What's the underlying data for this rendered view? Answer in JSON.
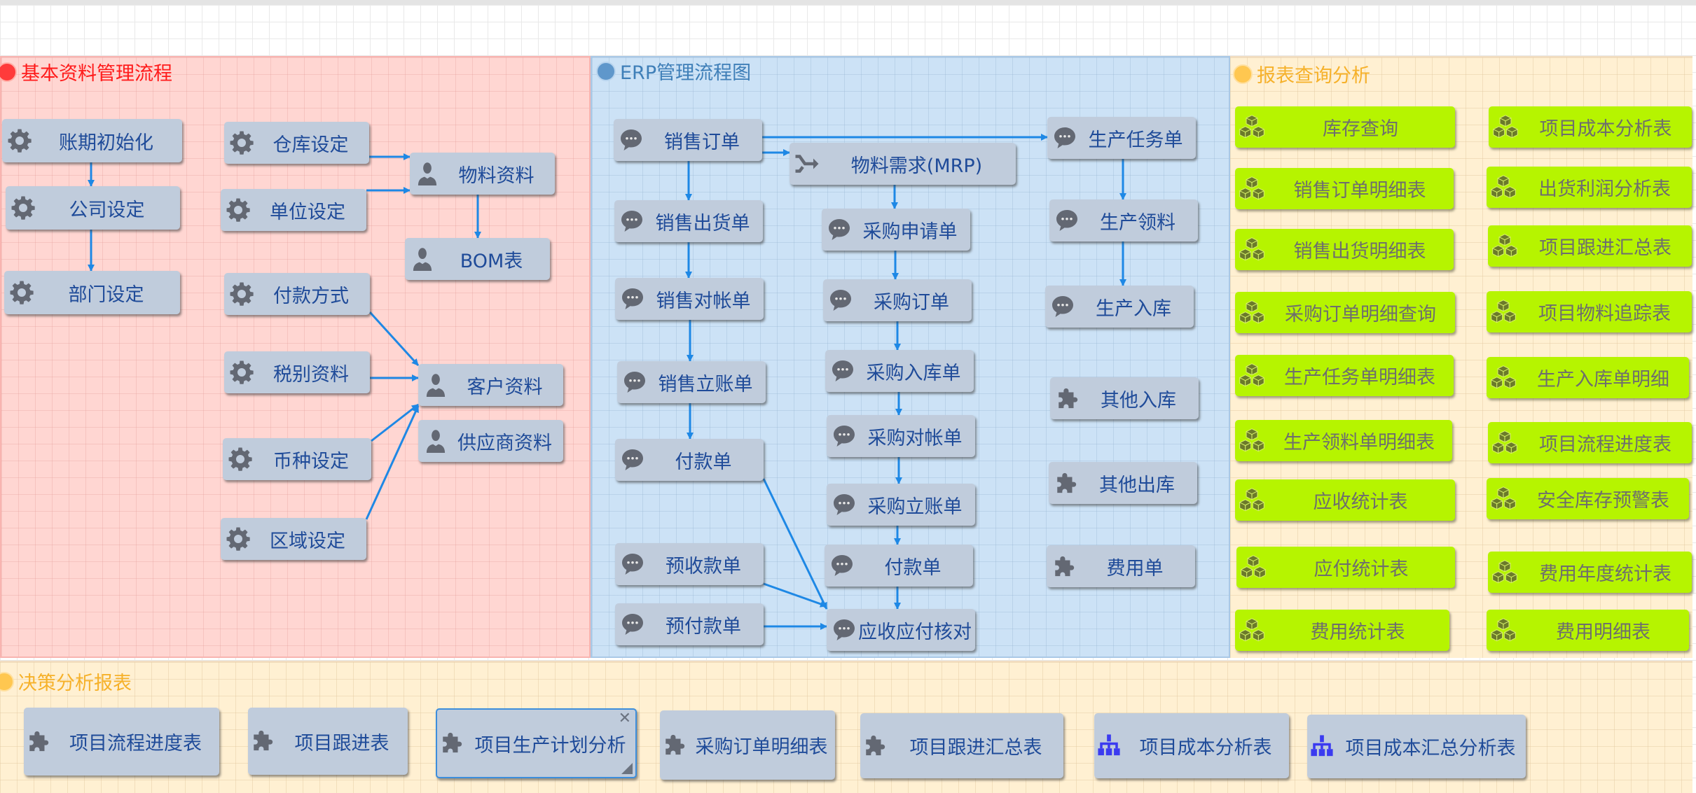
{
  "sections": {
    "basic": {
      "title": "基本资料管理流程",
      "color": "#ff1a1a"
    },
    "erp": {
      "title": "ERP管理流程图",
      "color": "#3f7fb8"
    },
    "reports": {
      "title": "报表查询分析",
      "color": "#f6b12a"
    },
    "decision": {
      "title": "决策分析报表",
      "color": "#f6b12a"
    }
  },
  "basic_nodes": [
    {
      "id": "b1",
      "label": "账期初始化",
      "icon": "gear-icon"
    },
    {
      "id": "b2",
      "label": "公司设定",
      "icon": "gear-icon"
    },
    {
      "id": "b3",
      "label": "部门设定",
      "icon": "gear-icon"
    },
    {
      "id": "b4",
      "label": "仓库设定",
      "icon": "gear-icon"
    },
    {
      "id": "b5",
      "label": "单位设定",
      "icon": "gear-icon"
    },
    {
      "id": "b6",
      "label": "付款方式",
      "icon": "gear-icon"
    },
    {
      "id": "b7",
      "label": "税别资料",
      "icon": "gear-icon"
    },
    {
      "id": "b8",
      "label": "币种设定",
      "icon": "gear-icon"
    },
    {
      "id": "b9",
      "label": "区域设定",
      "icon": "gear-icon"
    },
    {
      "id": "b10",
      "label": "物料资料",
      "icon": "user-icon"
    },
    {
      "id": "b11",
      "label": "BOM表",
      "icon": "user-icon"
    },
    {
      "id": "b12",
      "label": "客户资料",
      "icon": "user-icon"
    },
    {
      "id": "b13",
      "label": "供应商资料",
      "icon": "user-icon"
    }
  ],
  "erp_nodes": [
    {
      "id": "e1",
      "label": "销售订单",
      "icon": "chat-bubble-icon"
    },
    {
      "id": "e2",
      "label": "销售出货单",
      "icon": "chat-bubble-icon"
    },
    {
      "id": "e3",
      "label": "销售对帐单",
      "icon": "chat-bubble-icon"
    },
    {
      "id": "e4",
      "label": "销售立账单",
      "icon": "chat-bubble-icon"
    },
    {
      "id": "e5",
      "label": "付款单",
      "icon": "chat-bubble-icon"
    },
    {
      "id": "e6",
      "label": "预收款单",
      "icon": "chat-bubble-icon"
    },
    {
      "id": "e7",
      "label": "预付款单",
      "icon": "chat-bubble-icon"
    },
    {
      "id": "e8",
      "label": "物料需求(MRP)",
      "icon": "merge-arrow-icon"
    },
    {
      "id": "e9",
      "label": "采购申请单",
      "icon": "chat-bubble-icon"
    },
    {
      "id": "e10",
      "label": "采购订单",
      "icon": "chat-bubble-icon"
    },
    {
      "id": "e11",
      "label": "采购入库单",
      "icon": "chat-bubble-icon"
    },
    {
      "id": "e12",
      "label": "采购对帐单",
      "icon": "chat-bubble-icon"
    },
    {
      "id": "e13",
      "label": "采购立账单",
      "icon": "chat-bubble-icon"
    },
    {
      "id": "e14",
      "label": "付款单",
      "icon": "chat-bubble-icon"
    },
    {
      "id": "e15",
      "label": "应收应付核对",
      "icon": "chat-bubble-icon"
    },
    {
      "id": "e16",
      "label": "生产任务单",
      "icon": "chat-bubble-icon"
    },
    {
      "id": "e17",
      "label": "生产领料",
      "icon": "chat-bubble-icon"
    },
    {
      "id": "e18",
      "label": "生产入库",
      "icon": "chat-bubble-icon"
    },
    {
      "id": "e19",
      "label": "其他入库",
      "icon": "puzzle-icon"
    },
    {
      "id": "e20",
      "label": "其他出库",
      "icon": "puzzle-icon"
    },
    {
      "id": "e21",
      "label": "费用单",
      "icon": "puzzle-icon"
    }
  ],
  "report_nodes": [
    {
      "label": "库存查询"
    },
    {
      "label": "项目成本分析表"
    },
    {
      "label": "销售订单明细表"
    },
    {
      "label": "出货利润分析表"
    },
    {
      "label": "销售出货明细表"
    },
    {
      "label": "项目跟进汇总表"
    },
    {
      "label": "采购订单明细查询"
    },
    {
      "label": "项目物料追踪表"
    },
    {
      "label": "生产任务单明细表"
    },
    {
      "label": "生产入库单明细"
    },
    {
      "label": "生产领料单明细表"
    },
    {
      "label": "项目流程进度表"
    },
    {
      "label": "应收统计表"
    },
    {
      "label": "安全库存预警表"
    },
    {
      "label": "应付统计表"
    },
    {
      "label": "费用年度统计表"
    },
    {
      "label": "费用统计表"
    },
    {
      "label": "费用明细表"
    }
  ],
  "decision_nodes": [
    {
      "label": "项目流程进度表",
      "icon": "puzzle-icon",
      "selected": false
    },
    {
      "label": "项目跟进表",
      "icon": "puzzle-icon",
      "selected": false
    },
    {
      "label": "项目生产计划分析",
      "icon": "puzzle-icon",
      "selected": true
    },
    {
      "label": "采购订单明细表",
      "icon": "puzzle-icon",
      "selected": false
    },
    {
      "label": "项目跟进汇总表",
      "icon": "puzzle-icon",
      "selected": false
    },
    {
      "label": "项目成本分析表",
      "icon": "org-chart-icon",
      "selected": false
    },
    {
      "label": "项目成本汇总分析表",
      "icon": "org-chart-icon",
      "selected": false
    }
  ],
  "edges": [
    [
      "b1",
      "b2"
    ],
    [
      "b2",
      "b3"
    ],
    [
      "b4",
      "b10"
    ],
    [
      "b5",
      "b10"
    ],
    [
      "b10",
      "b11"
    ],
    [
      "b6",
      "b12"
    ],
    [
      "b7",
      "b12"
    ],
    [
      "b8",
      "b12"
    ],
    [
      "b9",
      "b12"
    ],
    [
      "e1",
      "e2"
    ],
    [
      "e2",
      "e3"
    ],
    [
      "e3",
      "e4"
    ],
    [
      "e4",
      "e5"
    ],
    [
      "e1",
      "e8"
    ],
    [
      "e1",
      "e16"
    ],
    [
      "e8",
      "e9"
    ],
    [
      "e9",
      "e10"
    ],
    [
      "e10",
      "e11"
    ],
    [
      "e11",
      "e12"
    ],
    [
      "e12",
      "e13"
    ],
    [
      "e13",
      "e14"
    ],
    [
      "e14",
      "e15"
    ],
    [
      "e5",
      "e15"
    ],
    [
      "e6",
      "e15"
    ],
    [
      "e7",
      "e15"
    ],
    [
      "e16",
      "e17"
    ],
    [
      "e17",
      "e18"
    ]
  ],
  "colors": {
    "node_fill": "#c0ccdc",
    "node_text": "#1f4b99",
    "report_fill": "#b6f400",
    "report_text": "#6e6e6e",
    "edge": "#1e88e5",
    "icon_gray": "#636873",
    "icon_olive": "#6b7a2a",
    "org_icon": "#3b3bf0"
  }
}
